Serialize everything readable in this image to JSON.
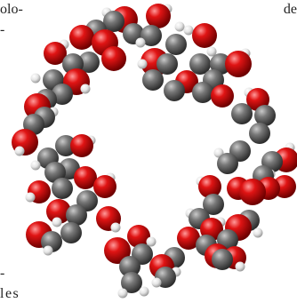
{
  "text_fragments": {
    "top_left_line1": "olo-",
    "top_left_line2": "-",
    "top_right": "de",
    "bottom_left_line1": "-",
    "bottom_left_line2": "les"
  },
  "colors": {
    "oxygen_atom": "#d60f0f",
    "carbon_atom": "#6e6e6e",
    "hydrogen_atom": "#e6e6e6",
    "background": "#ffffff"
  }
}
